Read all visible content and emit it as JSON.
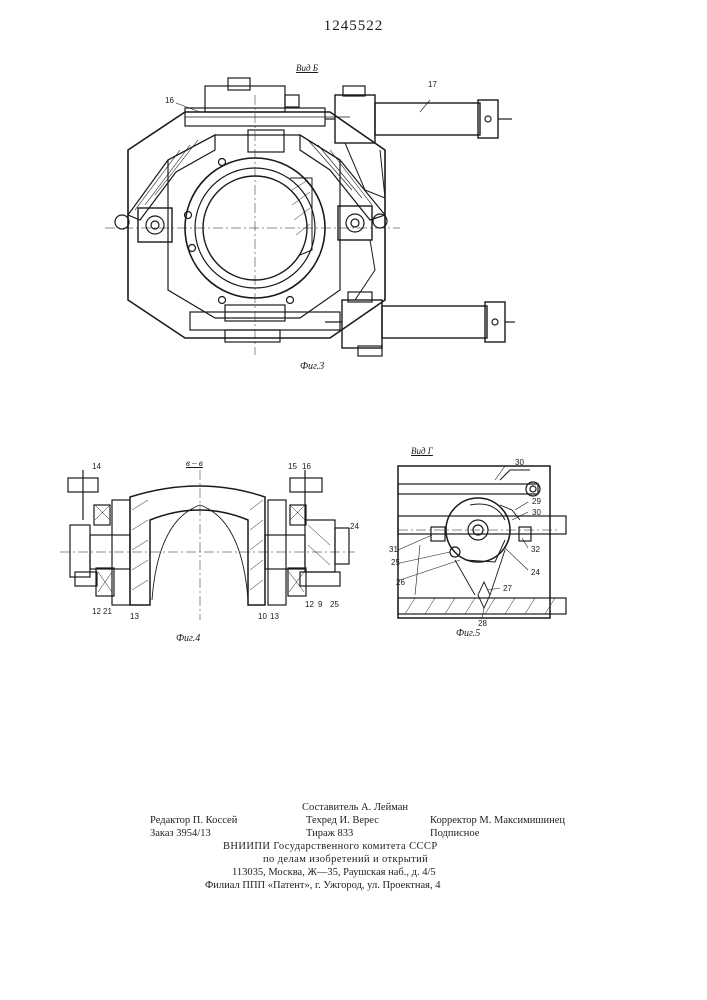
{
  "document": {
    "number": "1245522"
  },
  "figures": {
    "fig3": {
      "view_label": "Вид Б",
      "caption": "Фиг.3",
      "callouts": [
        "16",
        "17"
      ]
    },
    "fig4": {
      "view_label": "в – в",
      "caption": "Фиг.4",
      "callouts": [
        "14",
        "15",
        "16",
        "24",
        "12",
        "21",
        "13",
        "10",
        "13",
        "12",
        "9",
        "25"
      ]
    },
    "fig5": {
      "view_label": "Вид Г",
      "caption": "Фиг.5",
      "callouts": [
        "30",
        "29",
        "30",
        "31",
        "25",
        "26",
        "32",
        "24",
        "27",
        "28"
      ]
    }
  },
  "imprint": {
    "compiler": "Составитель А. Лейман",
    "editor": "Редактор П. Коссей",
    "techred": "Техред И. Верес",
    "corrector": "Корректор М. Максимишинец",
    "order": "Заказ 3954/13",
    "circulation": "Тираж 833",
    "subscription": "Подписное",
    "org_line1": "ВНИИПИ Государственного комитета СССР",
    "org_line2": "по делам изобретений и открытий",
    "address": "113035, Москва, Ж—35, Раушская наб., д. 4/5",
    "branch": "Филиал ППП «Патент», г. Ужгород, ул. Проектная, 4"
  }
}
